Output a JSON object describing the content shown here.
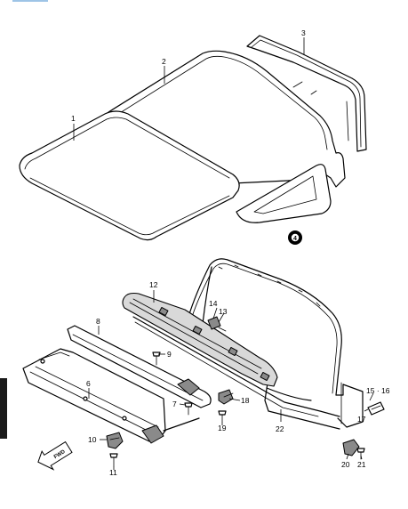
{
  "diagram": {
    "callouts": [
      {
        "id": "c1",
        "text": "1"
      },
      {
        "id": "c2",
        "text": "2"
      },
      {
        "id": "c3",
        "text": "3"
      },
      {
        "id": "c4",
        "text": "4"
      },
      {
        "id": "c6",
        "text": "6"
      },
      {
        "id": "c7",
        "text": "7"
      },
      {
        "id": "c8",
        "text": "8"
      },
      {
        "id": "c9",
        "text": "9"
      },
      {
        "id": "c10",
        "text": "10"
      },
      {
        "id": "c11",
        "text": "11"
      },
      {
        "id": "c12",
        "text": "12"
      },
      {
        "id": "c13",
        "text": "13"
      },
      {
        "id": "c14",
        "text": "14"
      },
      {
        "id": "c1516",
        "text": "15 · 16"
      },
      {
        "id": "c17",
        "text": "17"
      },
      {
        "id": "c18",
        "text": "18"
      },
      {
        "id": "c19",
        "text": "19"
      },
      {
        "id": "c20",
        "text": "20"
      },
      {
        "id": "c21",
        "text": "21"
      },
      {
        "id": "c22",
        "text": "22"
      }
    ],
    "front_arrow_label": "FWD"
  }
}
